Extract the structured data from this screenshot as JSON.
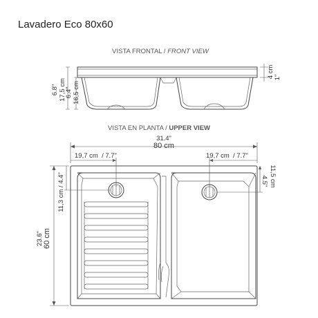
{
  "title": "Lavadero Eco 80x60",
  "front_view": {
    "label_es": "VISTA FRONTAL / ",
    "label_en": "FRONT VIEW",
    "depth_in": "6.8\"",
    "depth_cm": "17,5 cm",
    "basin_in": "6.4\"",
    "basin_cm": "16,5 cm",
    "rim_cm": "4 cm",
    "rim_in": "1\""
  },
  "upper_view": {
    "label_es": "VISTA EN PLANTA / ",
    "label_en": "UPPER VIEW",
    "width_in": "31.4\"",
    "width_cm": "80 cm",
    "left_drain_offset": "19,7 cm  / 7.7\"",
    "right_drain_offset": "19,7 cm  / 7.7\"",
    "left_drain_depth": "11,3 cm / 4.4\"",
    "right_drain_depth_in": "4.5\"",
    "right_drain_depth_cm": "11,5 cm",
    "height_in": "23.6\"",
    "height_cm": "60 cm"
  },
  "colors": {
    "line": "#444444",
    "text": "#333333",
    "background": "#ffffff"
  }
}
